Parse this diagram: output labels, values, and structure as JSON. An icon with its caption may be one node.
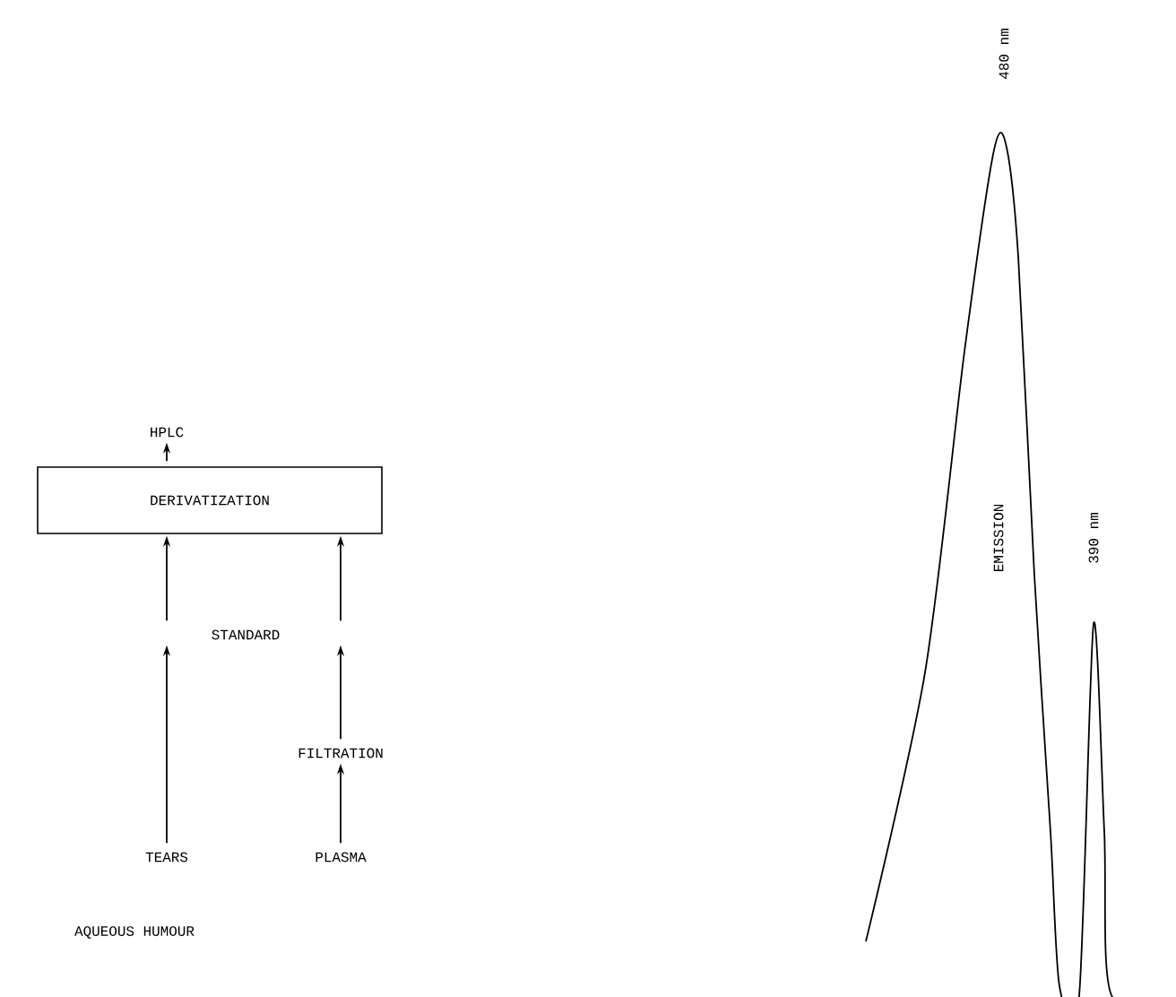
{
  "diagram": {
    "nodes": [
      {
        "text": [
          "HPLC"
        ]
      },
      {
        "text": [
          "DERIVATIZATION"
        ]
      },
      {
        "text": [
          "STANDARD"
        ]
      },
      {
        "text": [
          "FILTRATION"
        ]
      },
      {
        "text": [
          "TEARS"
        ]
      },
      {
        "text": [
          "PLASMA"
        ]
      }
    ],
    "edges": [
      {
        "from": 1,
        "to": 0,
        "arrow": "to"
      },
      {
        "from": 2,
        "to": 1,
        "arrow": "to"
      },
      {
        "from": 2,
        "to": 1,
        "arrow": "to"
      },
      {
        "from": 4,
        "to": 2,
        "arrow": "to"
      },
      {
        "from": 3,
        "to": 2,
        "arrow": "to"
      },
      {
        "from": 5,
        "to": 3,
        "arrow": "to"
      }
    ],
    "labels": [
      "AQUEOUS HUMOUR",
      "480 nm",
      "EMISSION",
      "390 nm"
    ]
  }
}
